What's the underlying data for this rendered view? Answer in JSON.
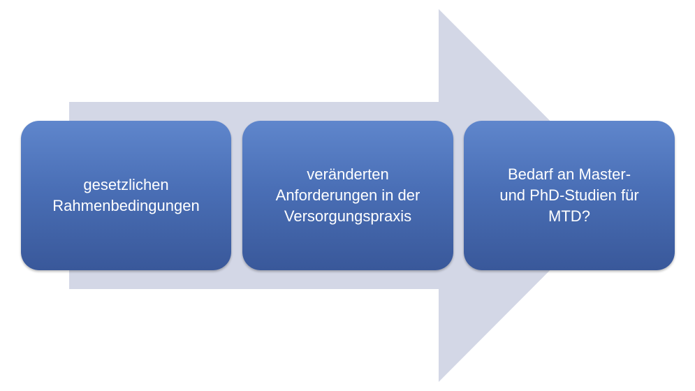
{
  "diagram": {
    "colors": {
      "arrow": "#d3d7e6",
      "box_top": "#5f86cc",
      "box_bottom": "#39589a",
      "text": "#ffffff"
    },
    "boxes": [
      {
        "text": "gesetzlichen\nRahmenbedingungen"
      },
      {
        "text": "veränderten\nAnforderungen in der\nVersorgungspraxis"
      },
      {
        "text": "Bedarf an Master-\nund PhD-Studien für\nMTD?"
      }
    ]
  }
}
